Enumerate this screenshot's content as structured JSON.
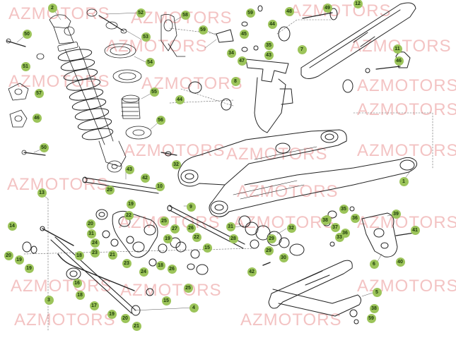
{
  "watermark": "AZMOTORS",
  "callouts": {
    "c01": "2",
    "c02": "52",
    "c03": "58",
    "c04": "59",
    "c05": "48",
    "c06": "49",
    "c07": "12",
    "c08": "50",
    "c09": "53",
    "c10": "59",
    "c11": "45",
    "c12": "44",
    "c13": "34",
    "c14": "47",
    "c15": "35",
    "c16": "43",
    "c17": "7",
    "c18": "11",
    "c19": "51",
    "c20": "54",
    "c21": "8",
    "c22": "46",
    "c23": "55",
    "c24": "44",
    "c25": "57",
    "c26": "56",
    "c27": "46",
    "c28": "50",
    "c29": "43",
    "c30": "32",
    "c31": "42",
    "c32": "10",
    "c33": "1",
    "c34": "13",
    "c35": "20",
    "c36": "9",
    "c37": "39",
    "c38": "14",
    "c39": "20",
    "c40": "19",
    "c41": "22",
    "c42": "31",
    "c43": "25",
    "c44": "27",
    "c45": "26",
    "c46": "22",
    "c47": "19",
    "c48": "31",
    "c49": "28",
    "c50": "29",
    "c51": "32",
    "c52": "35",
    "c53": "36",
    "c54": "40",
    "c55": "38",
    "c56": "37",
    "c57": "36",
    "c58": "33",
    "c59": "41",
    "c60": "20",
    "c61": "19",
    "c62": "19",
    "c63": "24",
    "c64": "23",
    "c65": "21",
    "c66": "18",
    "c67": "15",
    "c68": "29",
    "c69": "30",
    "c70": "23",
    "c71": "24",
    "c72": "18",
    "c73": "26",
    "c74": "6",
    "c75": "40",
    "c76": "42",
    "c77": "3",
    "c78": "16",
    "c79": "18",
    "c80": "17",
    "c81": "15",
    "c82": "25",
    "c83": "4",
    "c84": "5",
    "c85": "38",
    "c86": "19",
    "c87": "20",
    "c88": "59",
    "c89": "21"
  }
}
